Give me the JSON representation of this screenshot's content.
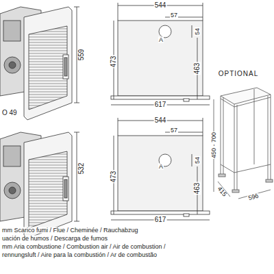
{
  "diagram": {
    "labels": [
      "559",
      "544",
      "57",
      "54",
      "A",
      "473",
      "463",
      "617",
      "OPTIONAL",
      "450 - 700",
      "415",
      "596",
      "O 49",
      "532",
      "544",
      "57",
      "54",
      "A",
      "473",
      "463",
      "617",
      "mm  Scarico fumi / Flue / Cheminée / Rauchabzug",
      "uación de humos / Descarga de fumos",
      "mm  Aria combustione / Combustion air / Air de combustion /",
      "rennungsluft / Aire para la combustión / Ar de combustão"
    ]
  }
}
